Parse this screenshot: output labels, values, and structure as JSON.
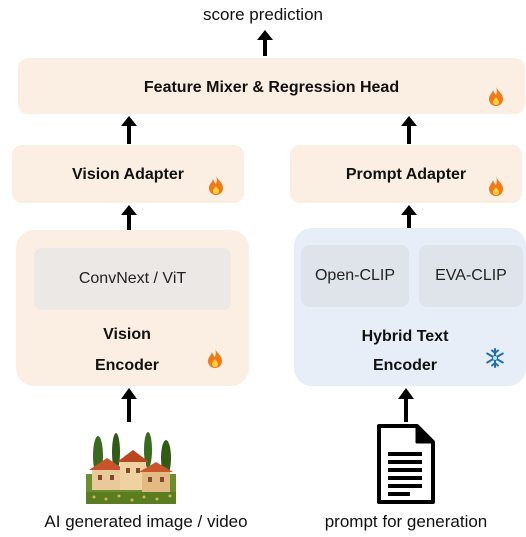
{
  "output": {
    "label": "score prediction"
  },
  "mixer": {
    "label": "Feature Mixer & Regression Head",
    "icon": "fire-icon"
  },
  "vision_adapter": {
    "label": "Vision Adapter",
    "icon": "fire-icon"
  },
  "prompt_adapter": {
    "label": "Prompt Adapter",
    "icon": "fire-icon"
  },
  "vision_encoder": {
    "backbone": "ConvNext / ViT",
    "title_line1": "Vision",
    "title_line2": "Encoder",
    "icon": "fire-icon"
  },
  "text_encoder": {
    "models": [
      "Open-CLIP",
      "EVA-CLIP"
    ],
    "title_line1": "Hybrid Text",
    "title_line2": "Encoder",
    "icon": "snowflake-icon"
  },
  "inputs": {
    "image_caption": "AI generated image / video",
    "prompt_caption": "prompt for generation"
  },
  "colors": {
    "trainable": "#fbeee3",
    "frozen": "#e7eef8",
    "fire": "#f07a1a",
    "snowflake": "#1f6fb0"
  }
}
